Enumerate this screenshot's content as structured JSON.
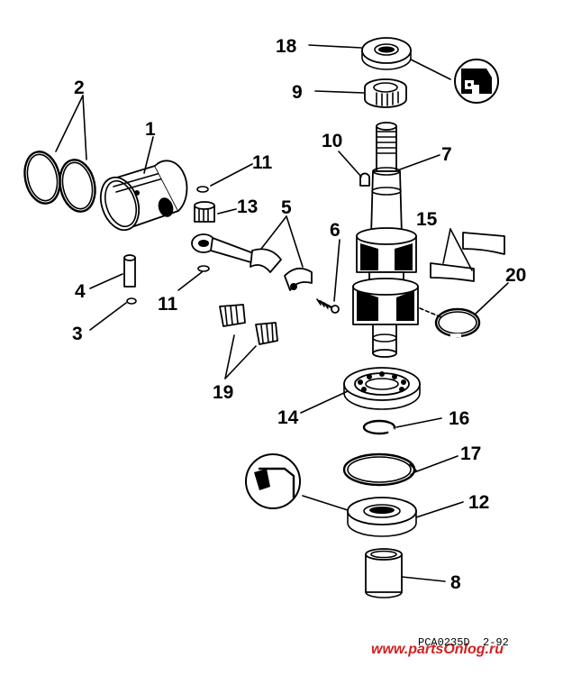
{
  "diagram": {
    "callouts": [
      {
        "id": "1",
        "text": "1"
      },
      {
        "id": "2",
        "text": "2"
      },
      {
        "id": "3",
        "text": "3"
      },
      {
        "id": "4",
        "text": "4"
      },
      {
        "id": "5",
        "text": "5"
      },
      {
        "id": "6",
        "text": "6"
      },
      {
        "id": "7",
        "text": "7"
      },
      {
        "id": "8",
        "text": "8"
      },
      {
        "id": "9",
        "text": "9"
      },
      {
        "id": "10",
        "text": "10"
      },
      {
        "id": "11a",
        "text": "11"
      },
      {
        "id": "11b",
        "text": "11"
      },
      {
        "id": "12",
        "text": "12"
      },
      {
        "id": "13",
        "text": "13"
      },
      {
        "id": "14",
        "text": "14"
      },
      {
        "id": "15",
        "text": "15"
      },
      {
        "id": "16",
        "text": "16"
      },
      {
        "id": "17",
        "text": "17"
      },
      {
        "id": "18",
        "text": "18"
      },
      {
        "id": "19",
        "text": "19"
      },
      {
        "id": "20",
        "text": "20"
      }
    ],
    "icons": [
      "lubricant-tube-icon",
      "sealant-tube-icon"
    ],
    "footer_code": "PCA0235D  2-92",
    "watermark": "www.partsOnlog.ru"
  }
}
